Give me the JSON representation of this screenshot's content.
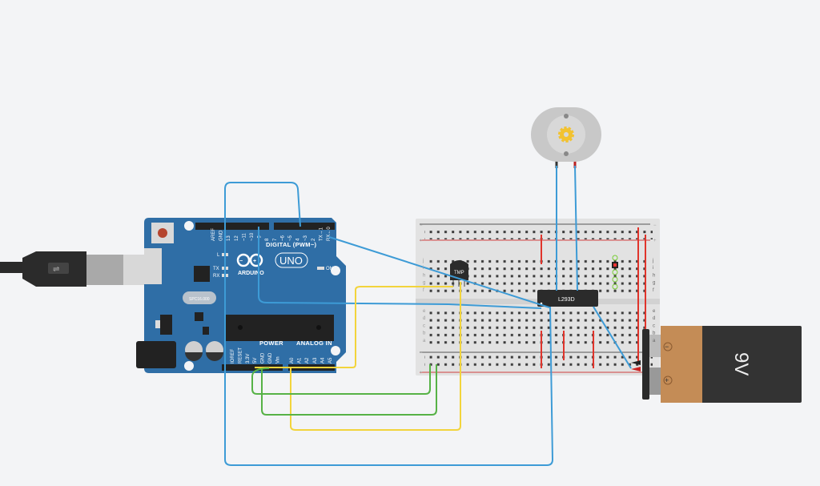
{
  "arduino": {
    "brand": "ARDUINO",
    "model": "UNO",
    "digital_header": "DIGITAL (PWM~)",
    "power_header": "POWER",
    "analog_header": "ANALOG IN",
    "on_label": "ON",
    "led_l": "L",
    "led_tx": "TX",
    "led_rx": "RX",
    "crystal": "SPC16.000",
    "digital_pins": [
      "AREF",
      "GND",
      "13",
      "12",
      "~11",
      "~10",
      "~9",
      "8",
      "7",
      "~6",
      "~5",
      "4",
      "~3",
      "2",
      "TX→1",
      "RX←0"
    ],
    "power_pins": [
      "IOREF",
      "RESET",
      "3.3V",
      "5V",
      "GND",
      "GND",
      "Vin"
    ],
    "analog_pins": [
      "A0",
      "A1",
      "A2",
      "A3",
      "A4",
      "A5"
    ]
  },
  "breadboard": {
    "rail_minus": "−",
    "rail_plus": "+",
    "rows_top": [
      "j",
      "i",
      "h",
      "g",
      "f"
    ],
    "rows_bottom": [
      "e",
      "d",
      "c",
      "b",
      "a"
    ]
  },
  "components": {
    "driver_chip": "L293D",
    "temp_sensor": "TMP",
    "battery_label": "9V",
    "battery_minus": "−",
    "battery_plus": "+"
  },
  "colors": {
    "background": "#f3f4f6",
    "arduino_board": "#2f6ea6",
    "wire_blue": "#3d9bd6",
    "wire_yellow": "#f2d43c",
    "wire_green": "#56b246",
    "jumper_red": "#e0342b",
    "battery_orange": "#c48c56",
    "battery_dark": "#333333"
  }
}
